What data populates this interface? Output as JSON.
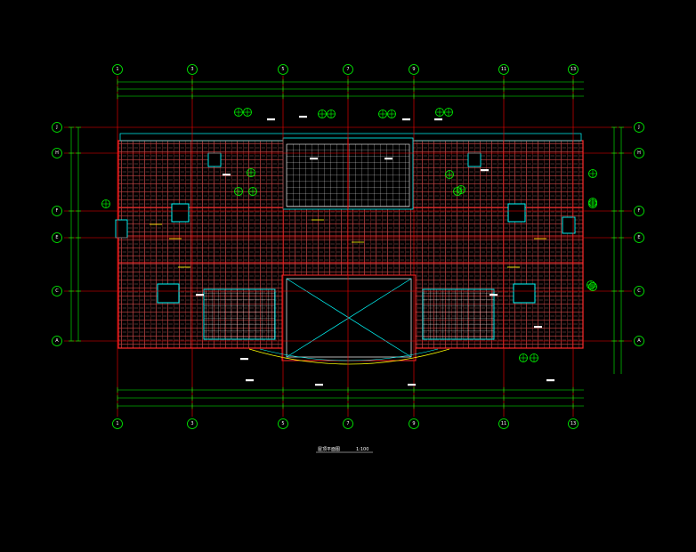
{
  "drawing": {
    "title": "屋顶平面图",
    "scale": "1:100",
    "axes_horizontal": [
      "1",
      "3",
      "5",
      "7",
      "9",
      "11",
      "13"
    ],
    "axes_vertical": [
      "J",
      "H",
      "F",
      "E",
      "C",
      "A"
    ]
  },
  "colors": {
    "background": "#000000",
    "tile": "#ff5a5a",
    "wall": "#ff2a2a",
    "grid": "#ff0000",
    "dimension": "#00ff00",
    "outline": "#00ffff",
    "text": "#ffffff",
    "accent": "#ffff00"
  },
  "icons": {
    "axis_marker": "circle-label-icon",
    "drain": "roof-drain-icon",
    "detail_ref": "section-ref-icon"
  }
}
